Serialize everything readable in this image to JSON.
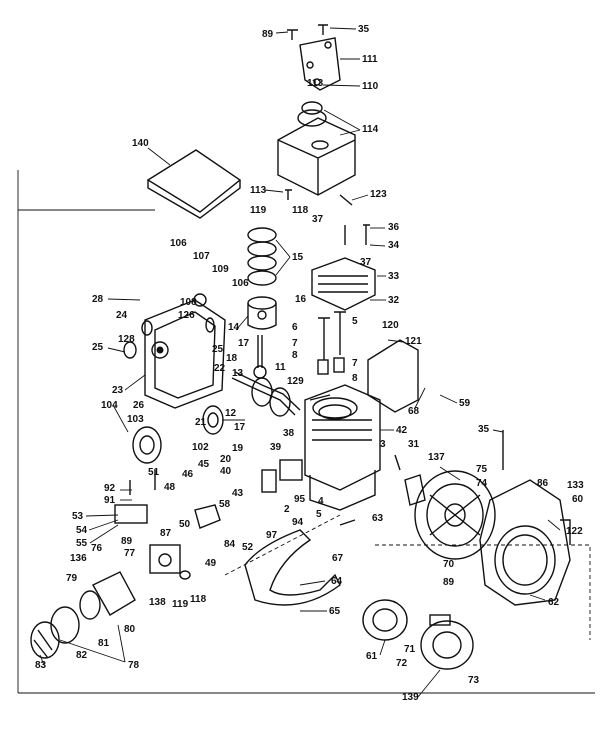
{
  "diagram": {
    "labels": [
      "89",
      "35",
      "111",
      "113",
      "110",
      "114",
      "140",
      "113",
      "123",
      "119",
      "118",
      "37",
      "36",
      "34",
      "106",
      "107",
      "109",
      "15",
      "37",
      "33",
      "28",
      "108",
      "106",
      "32",
      "24",
      "126",
      "16",
      "5",
      "120",
      "121",
      "25",
      "128",
      "25",
      "23",
      "26",
      "14",
      "17",
      "6",
      "7",
      "18",
      "13",
      "11",
      "7",
      "22",
      "129",
      "8",
      "12",
      "8",
      "68",
      "59",
      "104",
      "103",
      "21",
      "17",
      "42",
      "35",
      "19",
      "38",
      "39",
      "102",
      "20",
      "40",
      "31",
      "137",
      "75",
      "74",
      "86",
      "133",
      "60",
      "92",
      "91",
      "51",
      "46",
      "45",
      "48",
      "43",
      "95",
      "4",
      "3",
      "2",
      "5",
      "94",
      "122",
      "53",
      "54",
      "55",
      "76",
      "136",
      "89",
      "87",
      "50",
      "58",
      "84",
      "52",
      "97",
      "67",
      "63",
      "70",
      "89",
      "62",
      "77",
      "138",
      "49",
      "119",
      "118",
      "64",
      "65",
      "79",
      "82",
      "81",
      "80",
      "83",
      "78",
      "61",
      "71",
      "72",
      "73",
      "139"
    ]
  }
}
